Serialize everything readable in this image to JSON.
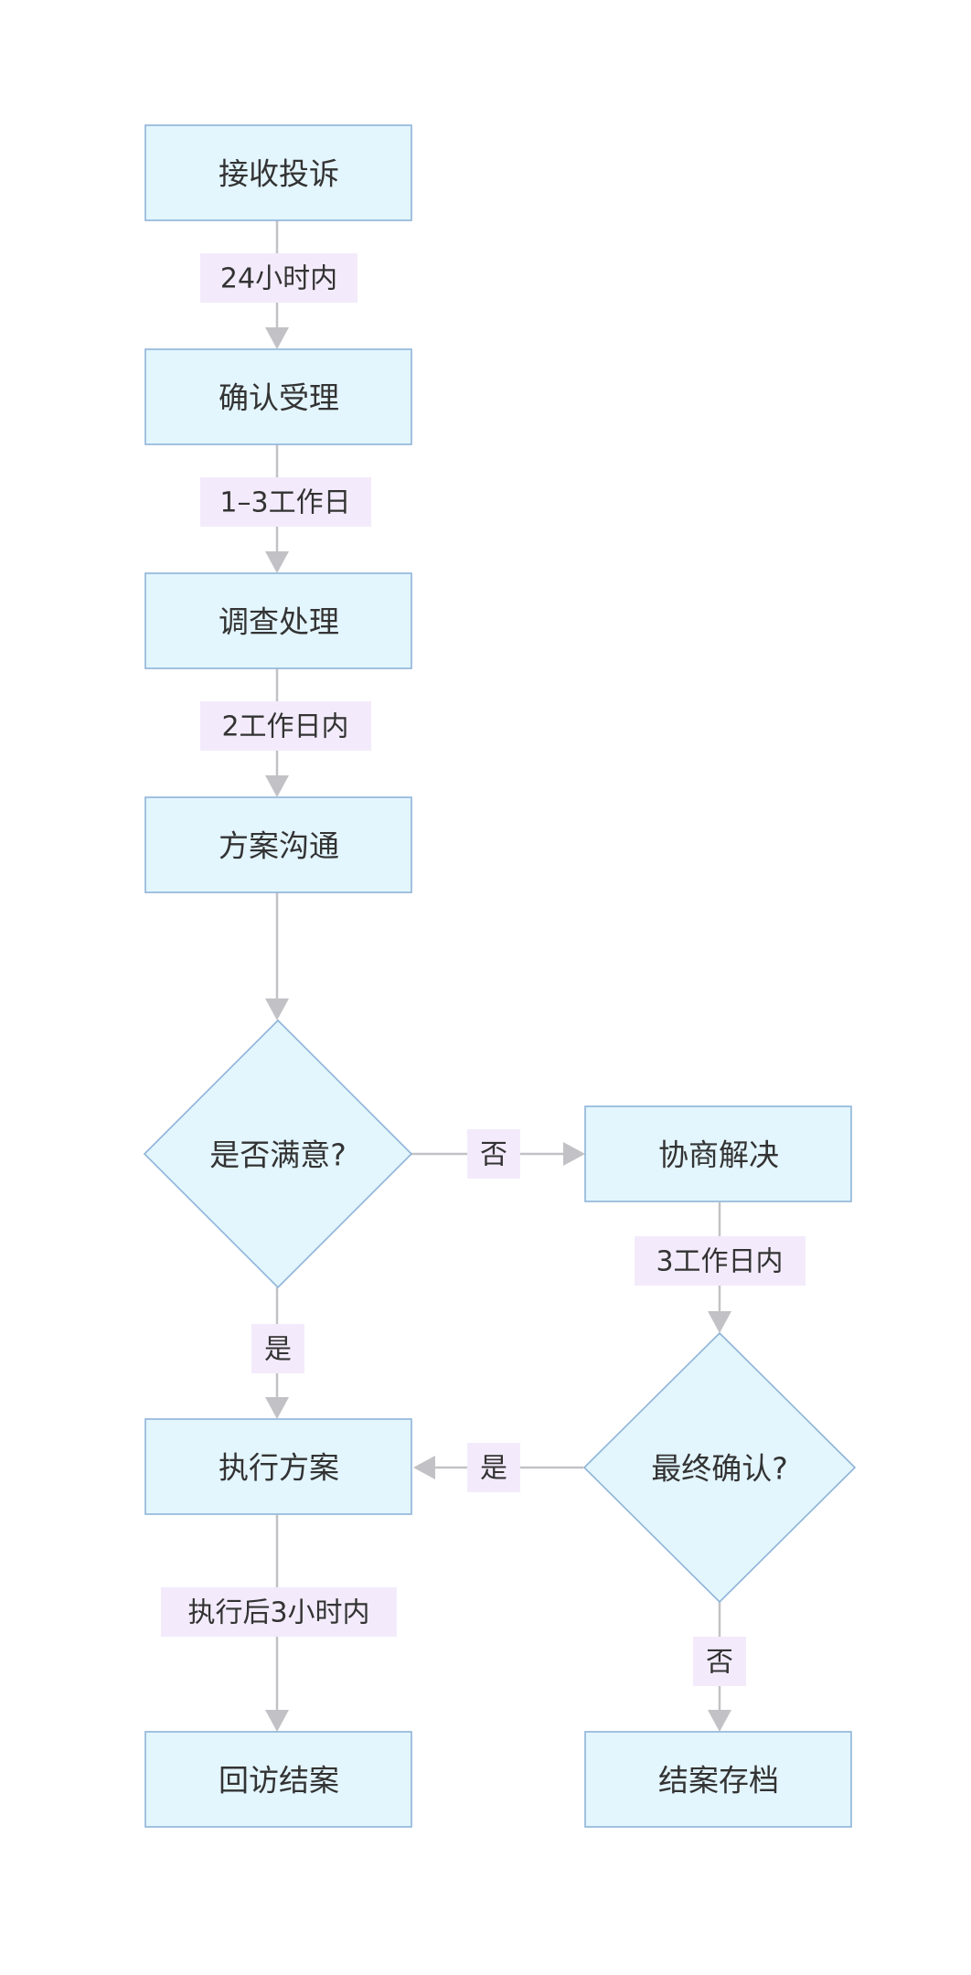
{
  "nodes": {
    "receive": "接收投诉",
    "confirm": "确认受理",
    "investigate": "调查处理",
    "communicate": "方案沟通",
    "satisfied": "是否满意?",
    "negotiate": "协商解决",
    "execute": "执行方案",
    "final_confirm": "最终确认?",
    "revisit": "回访结案",
    "archive": "结案存档"
  },
  "edges": {
    "receive_confirm": "24小时内",
    "confirm_investigate": "1–3工作日",
    "investigate_communicate": "2工作日内",
    "satisfied_no": "否",
    "satisfied_yes": "是",
    "negotiate_final": "3工作日内",
    "final_yes": "是",
    "final_no": "否",
    "execute_revisit": "执行后3小时内"
  },
  "colors": {
    "node_fill": "#e3f5fd",
    "node_stroke": "#8eb4d8",
    "edge": "#c2c2c6",
    "label_bg": "#f3ebfb",
    "text": "#333333"
  }
}
